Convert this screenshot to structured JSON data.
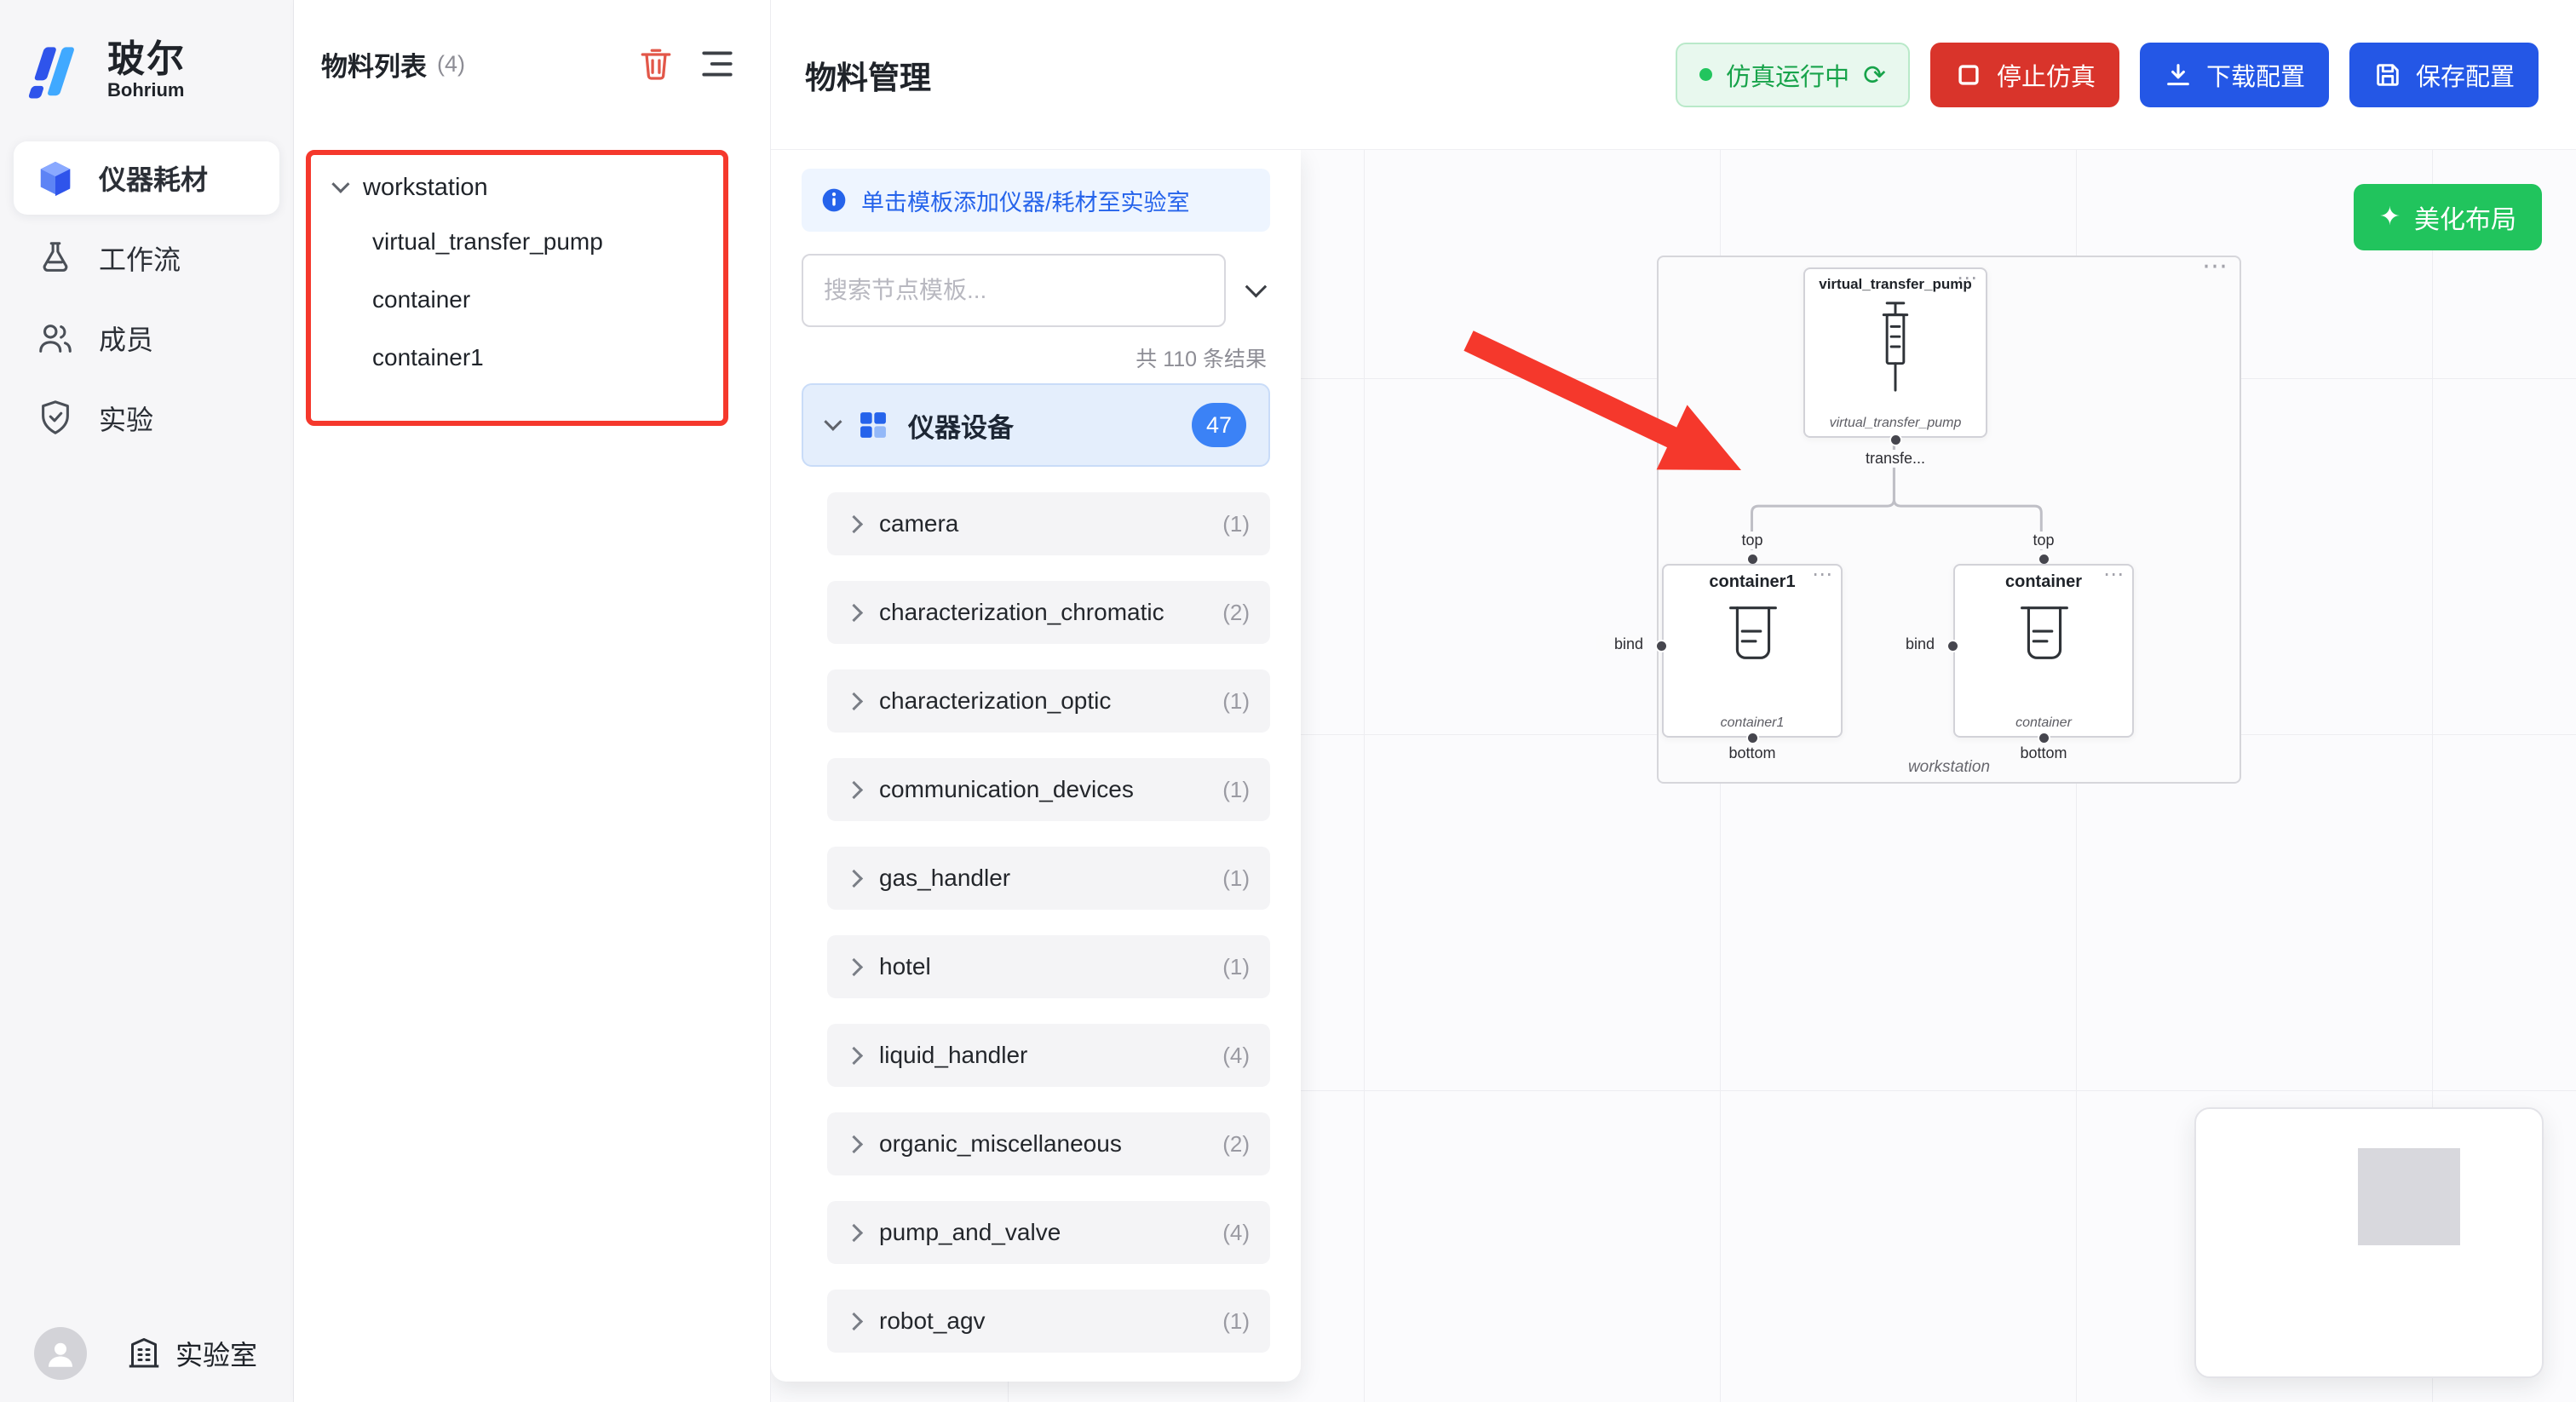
{
  "colors": {
    "accent_blue": "#2457e6",
    "danger_red": "#d9342b",
    "success_green": "#17a34a",
    "annotation_red": "#f5382c"
  },
  "icons": {
    "menu_dots": "⋯",
    "refresh": "⟳",
    "sparkle": "✦"
  },
  "sidebar": {
    "logo_title": "玻尔",
    "logo_subtitle": "Bohrium",
    "items": [
      {
        "label": "仪器耗材"
      },
      {
        "label": "工作流"
      },
      {
        "label": "成员"
      },
      {
        "label": "实验"
      }
    ],
    "footer_label": "实验室"
  },
  "materials": {
    "title": "物料列表",
    "count": "(4)",
    "root": "workstation",
    "children": [
      {
        "label": "virtual_transfer_pump"
      },
      {
        "label": "container"
      },
      {
        "label": "container1"
      }
    ]
  },
  "header": {
    "title": "物料管理",
    "status_label": "仿真运行中",
    "stop_label": "停止仿真",
    "download_label": "下载配置",
    "save_label": "保存配置"
  },
  "palette": {
    "banner": "单击模板添加仪器/耗材至实验室",
    "search_placeholder": "搜索节点模板...",
    "result_count": "共 110 条结果",
    "category_label": "仪器设备",
    "category_count": "47",
    "items": [
      {
        "label": "camera",
        "count": "(1)"
      },
      {
        "label": "characterization_chromatic",
        "count": "(2)"
      },
      {
        "label": "characterization_optic",
        "count": "(1)"
      },
      {
        "label": "communication_devices",
        "count": "(1)"
      },
      {
        "label": "gas_handler",
        "count": "(1)"
      },
      {
        "label": "hotel",
        "count": "(1)"
      },
      {
        "label": "liquid_handler",
        "count": "(4)"
      },
      {
        "label": "organic_miscellaneous",
        "count": "(2)"
      },
      {
        "label": "pump_and_valve",
        "count": "(4)"
      },
      {
        "label": "robot_agv",
        "count": "(1)"
      }
    ]
  },
  "canvas": {
    "beautify_label": "美化布局",
    "workstation_label": "workstation",
    "pump": {
      "title": "virtual_transfer_pump",
      "caption": "virtual_transfer_pump",
      "port_label": "transfe..."
    },
    "container1": {
      "title": "container1",
      "caption": "container1",
      "top_port": "top",
      "bottom_port": "bottom",
      "bind_port": "bind"
    },
    "container2": {
      "title": "container",
      "caption": "container",
      "top_port": "top",
      "bottom_port": "bottom",
      "bind_port": "bind"
    }
  }
}
